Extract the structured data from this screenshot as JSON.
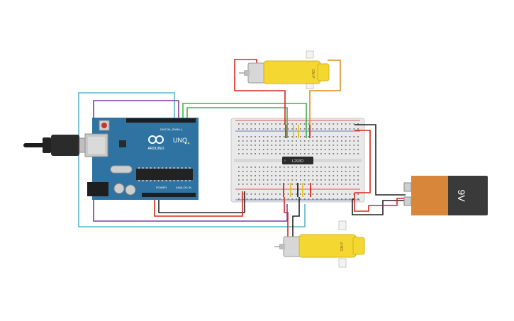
{
  "arduino": {
    "brand": "ARDUINO",
    "model": "UNO",
    "digital_header": "DIGITAL (PWM~)",
    "power_label": "POWER",
    "analog_label": "ANALOG IN",
    "board_color": "#2f73a3"
  },
  "driver_ic": {
    "label": "L293D"
  },
  "battery": {
    "label": "9V",
    "body_color": "#3a3a3a",
    "label_color": "#d8873a"
  },
  "motor_top": {
    "label": "GM-P"
  },
  "motor_bottom": {
    "label": "GM-P"
  },
  "wire_colors": {
    "red": "#d9261c",
    "black": "#222222",
    "green": "#3ab54a",
    "orange": "#e58a1f",
    "yellow": "#e6c21f",
    "teal": "#5bb8c8",
    "purple": "#7b3f98"
  }
}
